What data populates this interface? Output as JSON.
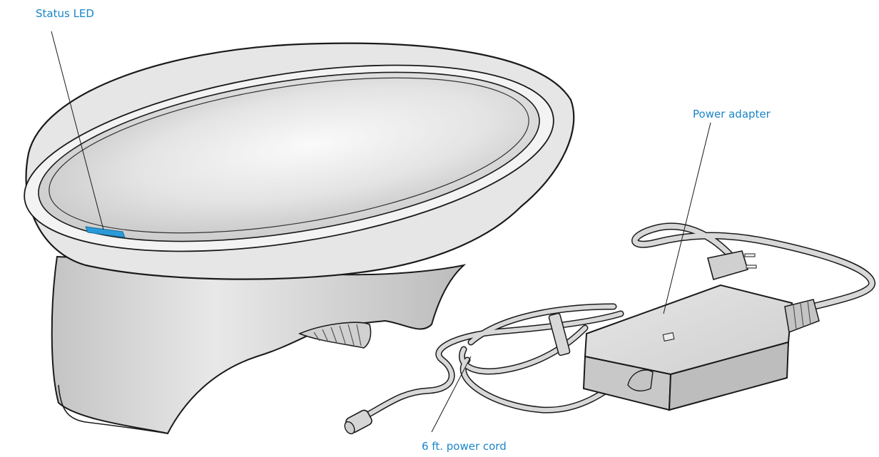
{
  "labels": {
    "status_led": "Status LED",
    "power_adapter": "Power adapter",
    "power_cord": "6 ft. power cord"
  },
  "colors": {
    "label": "#1a86c8",
    "led": "#2a9ad8",
    "outline": "#1a1a1a",
    "body": "#d9d9d9"
  }
}
